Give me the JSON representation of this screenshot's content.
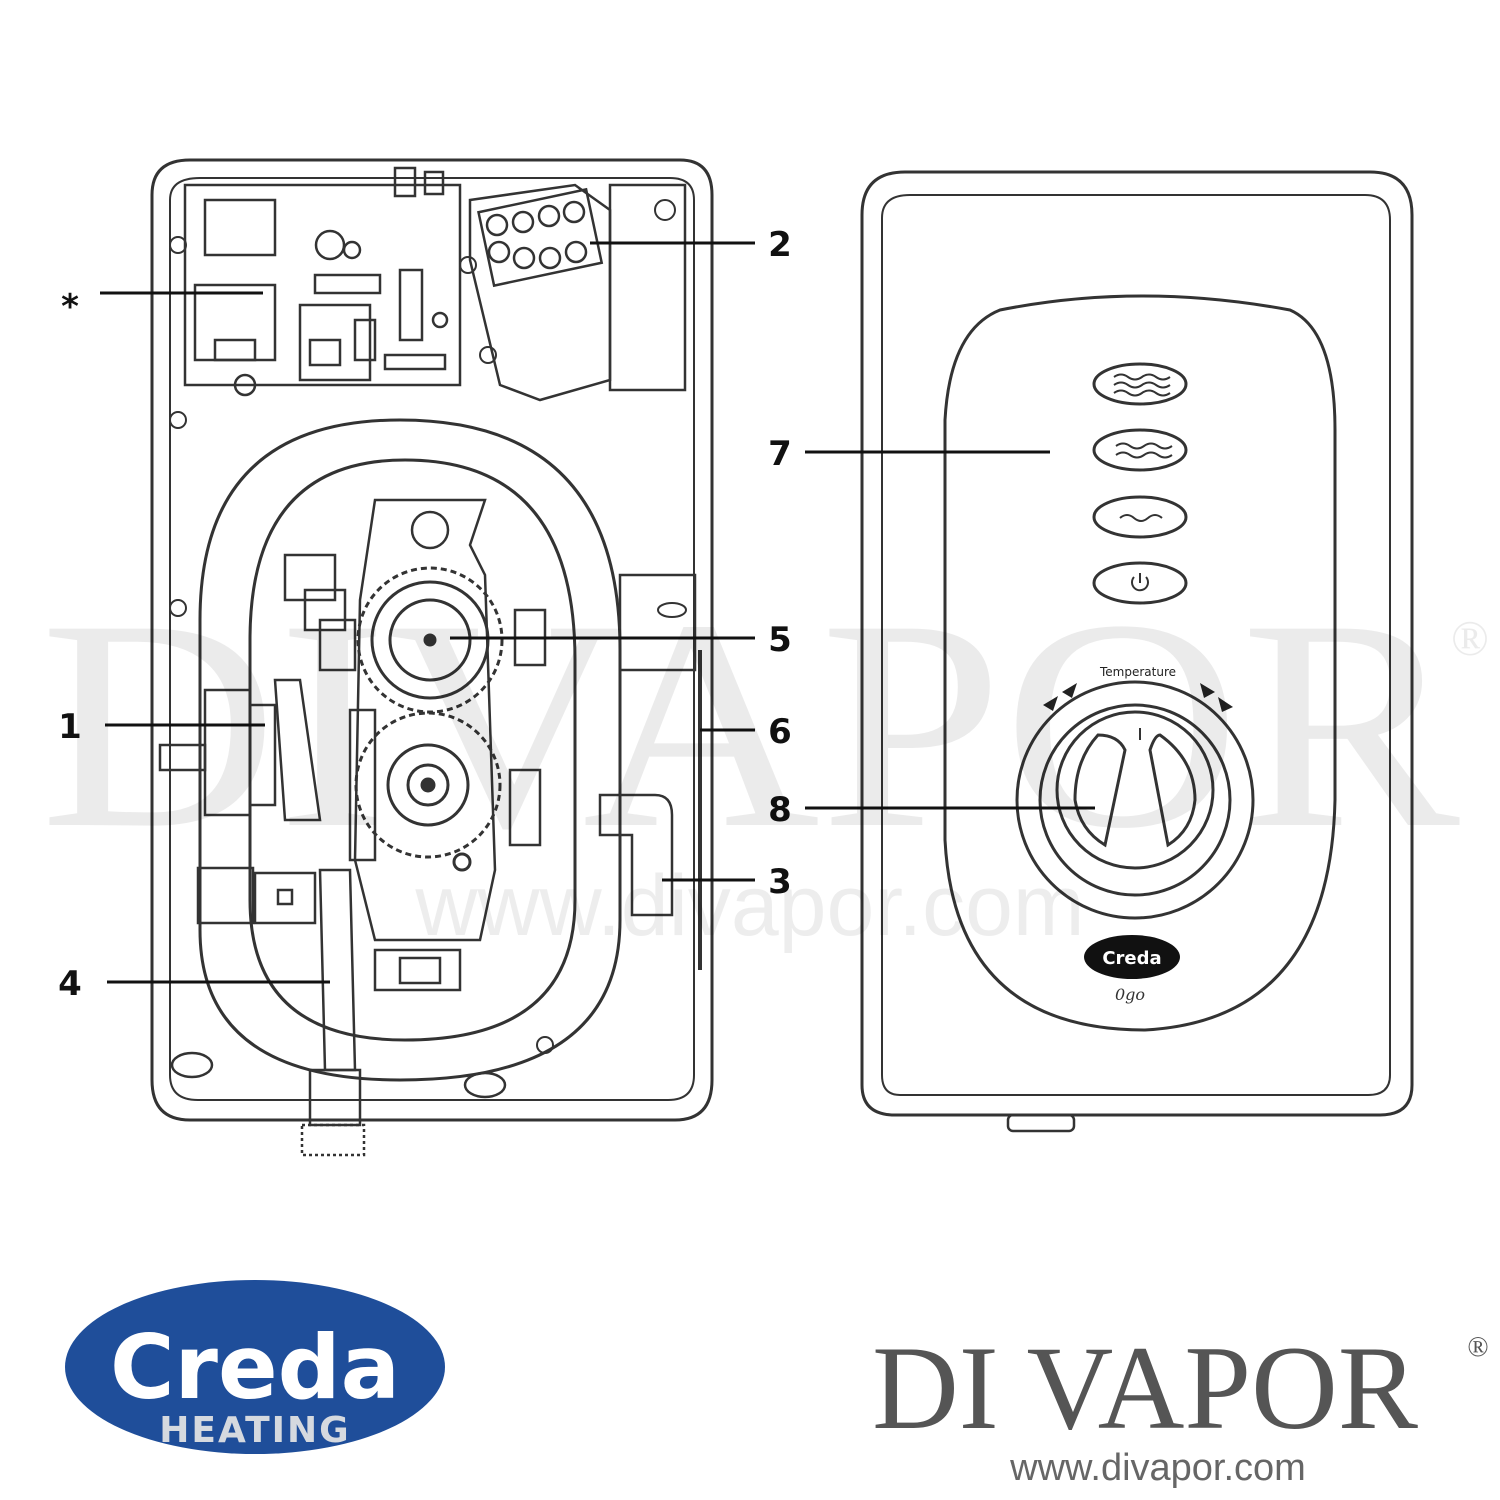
{
  "watermark": {
    "text": "DIVAPOR",
    "registered": "®",
    "url": "www.divapor.com"
  },
  "callouts": {
    "asterisk": "*",
    "c1": "1",
    "c2": "2",
    "c3": "3",
    "c4": "4",
    "c5": "5",
    "c6": "6",
    "c7": "7",
    "c8": "8"
  },
  "front_panel": {
    "temperature_label": "Temperature",
    "badge_brand": "Creda",
    "model_script": "0go"
  },
  "creda_logo": {
    "name": "Creda",
    "sub": "HEATING",
    "colors": {
      "oval": "#1f4e9a",
      "name": "#ffffff",
      "sub": "#d5d9df"
    }
  },
  "divapor_logo": {
    "name": "DI VAPOR",
    "registered": "®",
    "url": "www.divapor.com",
    "colors": {
      "name": "#555555",
      "url": "#666666"
    }
  }
}
